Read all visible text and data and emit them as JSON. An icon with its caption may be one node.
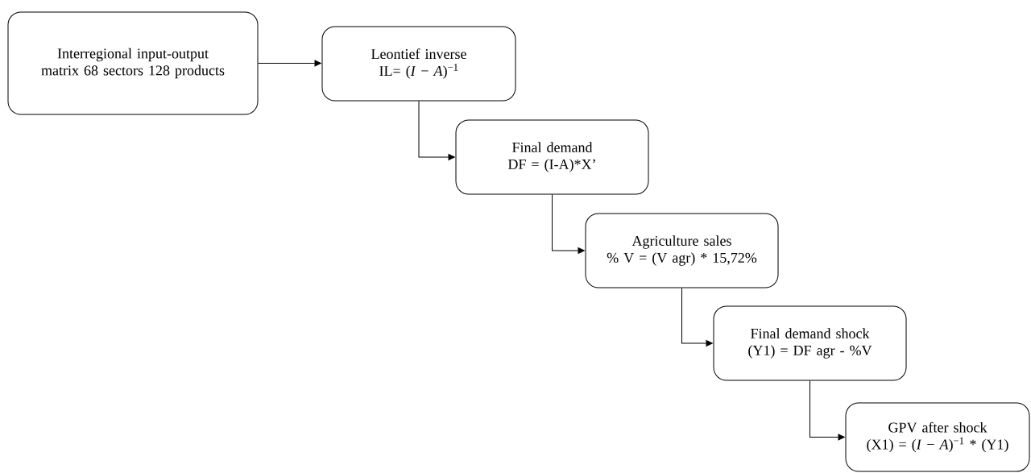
{
  "diagram": {
    "nodes": [
      {
        "text": [
          "Interregional input-output matrix 68 sectors 128 products"
        ]
      },
      {
        "text": [
          "Leontief inverse",
          "IL= (*I* − *A*)$^{−1}$"
        ]
      },
      {
        "text": [
          "Final demand",
          "DF = (I-A)*X’"
        ]
      },
      {
        "text": [
          "Agriculture sales",
          "% V = (V agr) * 15,72%"
        ]
      },
      {
        "text": [
          "Final demand shock",
          "(Y1) = DF agr - %V"
        ]
      },
      {
        "text": [
          "GPV after shock",
          "(X1) = (*I* − *A*)$^{−1}$ * (Y1)"
        ]
      }
    ],
    "edges": [
      {
        "from": 0,
        "to": 1,
        "arrow": "to"
      },
      {
        "from": 1,
        "to": 2,
        "arrow": "to"
      },
      {
        "from": 2,
        "to": 3,
        "arrow": "to"
      },
      {
        "from": 3,
        "to": 4,
        "arrow": "to"
      },
      {
        "from": 4,
        "to": 5,
        "arrow": "to"
      }
    ]
  }
}
